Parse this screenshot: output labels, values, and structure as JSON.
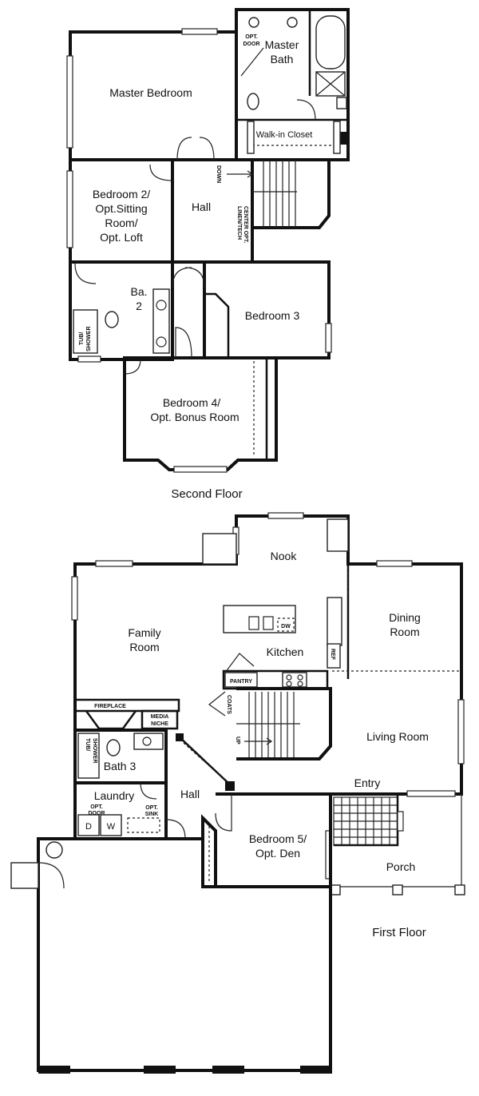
{
  "second_floor": {
    "caption": "Second Floor",
    "rooms": {
      "master_bedroom": "Master Bedroom",
      "master_bath_1": "Master",
      "master_bath_2": "Bath",
      "opt_door_1": "OPT.",
      "opt_door_2": "DOOR",
      "walk_in_closet": "Walk-in Closet",
      "hall": "Hall",
      "down": "DOWN",
      "linen_1": "LINEN/TECH",
      "linen_2": "CENTER OPT.",
      "bedroom2_1": "Bedroom 2/",
      "bedroom2_2": "Opt.Sitting",
      "bedroom2_3": "Room/",
      "bedroom2_4": "Opt. Loft",
      "bath2_1": "Ba.",
      "bath2_2": "2",
      "tub_1": "TUB/",
      "tub_2": "SHOWER",
      "bedroom3": "Bedroom 3",
      "bedroom4_1": "Bedroom 4/",
      "bedroom4_2": "Opt. Bonus Room"
    }
  },
  "first_floor": {
    "caption": "First Floor",
    "rooms": {
      "nook": "Nook",
      "dining_1": "Dining",
      "dining_2": "Room",
      "family_1": "Family",
      "family_2": "Room",
      "kitchen": "Kitchen",
      "dw": "DW",
      "ref": "REF",
      "pantry": "PANTRY",
      "coats": "COATS",
      "up": "UP",
      "fireplace": "FIREPLACE",
      "media_1": "MEDIA",
      "media_2": "NICHE",
      "living": "Living Room",
      "entry": "Entry",
      "tub_1": "TUB/",
      "tub_2": "SHOWER",
      "bath3": "Bath 3",
      "laundry": "Laundry",
      "opt_door_1": "OPT.",
      "opt_door_2": "DOOR",
      "opt_sink_1": "OPT.",
      "opt_sink_2": "SINK",
      "d": "D",
      "w": "W",
      "hall": "Hall",
      "bedroom5_1": "Bedroom 5/",
      "bedroom5_2": "Opt. Den",
      "porch": "Porch"
    }
  }
}
